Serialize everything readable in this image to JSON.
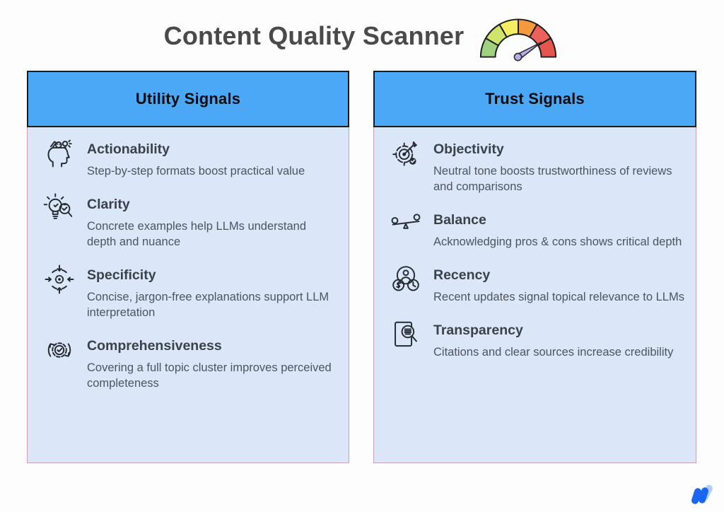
{
  "header": {
    "title": "Content Quality Scanner",
    "gauge_icon": "quality-gauge-icon"
  },
  "panels": [
    {
      "id": "utility-signals",
      "header": "Utility Signals",
      "items": [
        {
          "icon": "creative-head-icon",
          "title": "Actionability",
          "description": "Step-by-step formats boost practical value"
        },
        {
          "icon": "lightbulb-magnifier-icon",
          "title": "Clarity",
          "description": "Concrete examples help LLMs understand depth and nuance"
        },
        {
          "icon": "target-focus-icon",
          "title": "Specificity",
          "description": "Concise, jargon-free explanations support LLM interpretation"
        },
        {
          "icon": "gear-check-cycle-icon",
          "title": "Comprehensiveness",
          "description": "Covering a full topic cluster improves perceived completeness"
        }
      ]
    },
    {
      "id": "trust-signals",
      "header": "Trust Signals",
      "items": [
        {
          "icon": "dartboard-arrow-icon",
          "title": "Objectivity",
          "description": "Neutral tone boosts trustworthiness of reviews and comparisons"
        },
        {
          "icon": "balance-seesaw-icon",
          "title": "Balance",
          "description": "Acknowledging pros & cons shows critical depth"
        },
        {
          "icon": "person-money-clock-icon",
          "title": "Recency",
          "description": "Recent updates signal topical relevance to LLMs"
        },
        {
          "icon": "document-magnifier-icon",
          "title": "Transparency",
          "description": "Citations and clear sources increase credibility"
        }
      ]
    }
  ],
  "branding": {
    "logo_icon": "writesonic-w-logo"
  },
  "colors": {
    "panel_header_bg": "#4aa8f7",
    "panel_header_border": "#1b1b1b",
    "panel_body_bg": "#dbe7f8",
    "panel_body_border": "#c9a2b4",
    "title_text": "#4a4a4a",
    "gauge_segments": [
      "#9fd27e",
      "#cfe46c",
      "#f4ee60",
      "#f49a3e",
      "#eb625b",
      "#e75550"
    ],
    "gauge_needle": "#b9abec",
    "logo_blue": "#1b66f0",
    "logo_light_blue": "#b3ccf9"
  }
}
